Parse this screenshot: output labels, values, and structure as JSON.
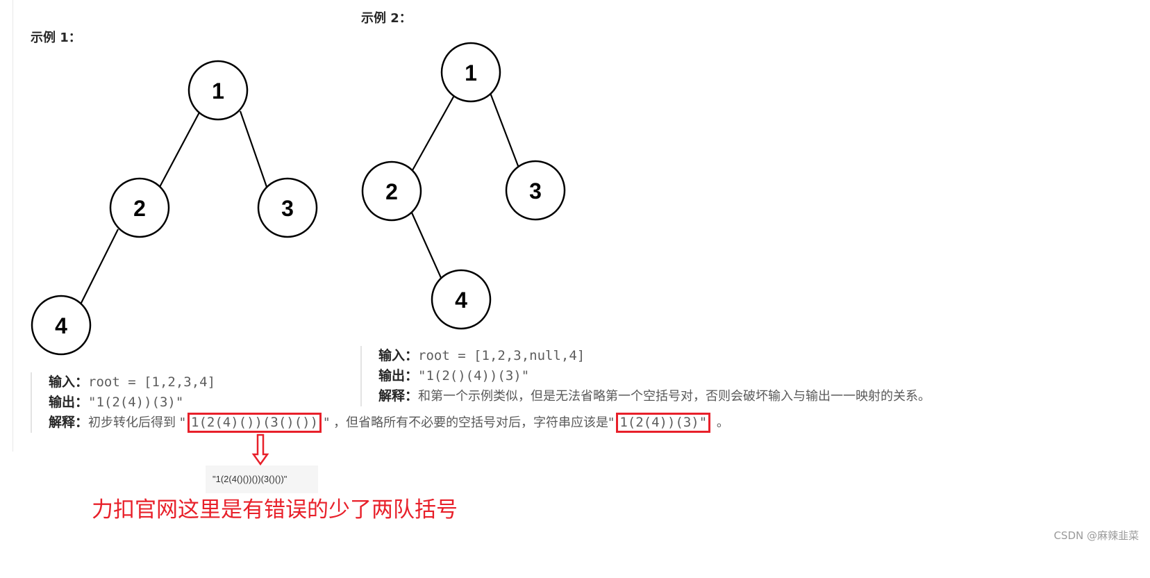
{
  "example1": {
    "title": "示例 1：",
    "nodes": [
      "1",
      "2",
      "3",
      "4"
    ],
    "input_label": "输入：",
    "input_value": "root = [1,2,3,4]",
    "output_label": "输出：",
    "output_value": "\"1(2(4))(3)\"",
    "explain_label": "解释：",
    "explain_prefix": "初步转化后得到 \"",
    "explain_highlight_1": "1(2(4)())(3()())",
    "explain_middle": "\" ，但省略所有不必要的空括号对后，字符串应该是\"",
    "explain_highlight_2": "1(2(4))(3)\"",
    "explain_suffix": " 。"
  },
  "example2": {
    "title": "示例 2：",
    "nodes": [
      "1",
      "2",
      "3",
      "4"
    ],
    "input_label": "输入：",
    "input_value": "root = [1,2,3,null,4]",
    "output_label": "输出：",
    "output_value": "\"1(2()(4))(3)\"",
    "explain_label": "解释：",
    "explain_text": "和第一个示例类似，但是无法省略第一个空括号对，否则会破坏输入与输出一一映射的关系。"
  },
  "annotation": {
    "snippet_text": "\"1(2(4()())())(3()())\"",
    "note_text": "力扣官网这里是有错误的少了两队括号",
    "arrow_color": "#e8202a"
  },
  "watermark": "CSDN @麻辣韭菜"
}
